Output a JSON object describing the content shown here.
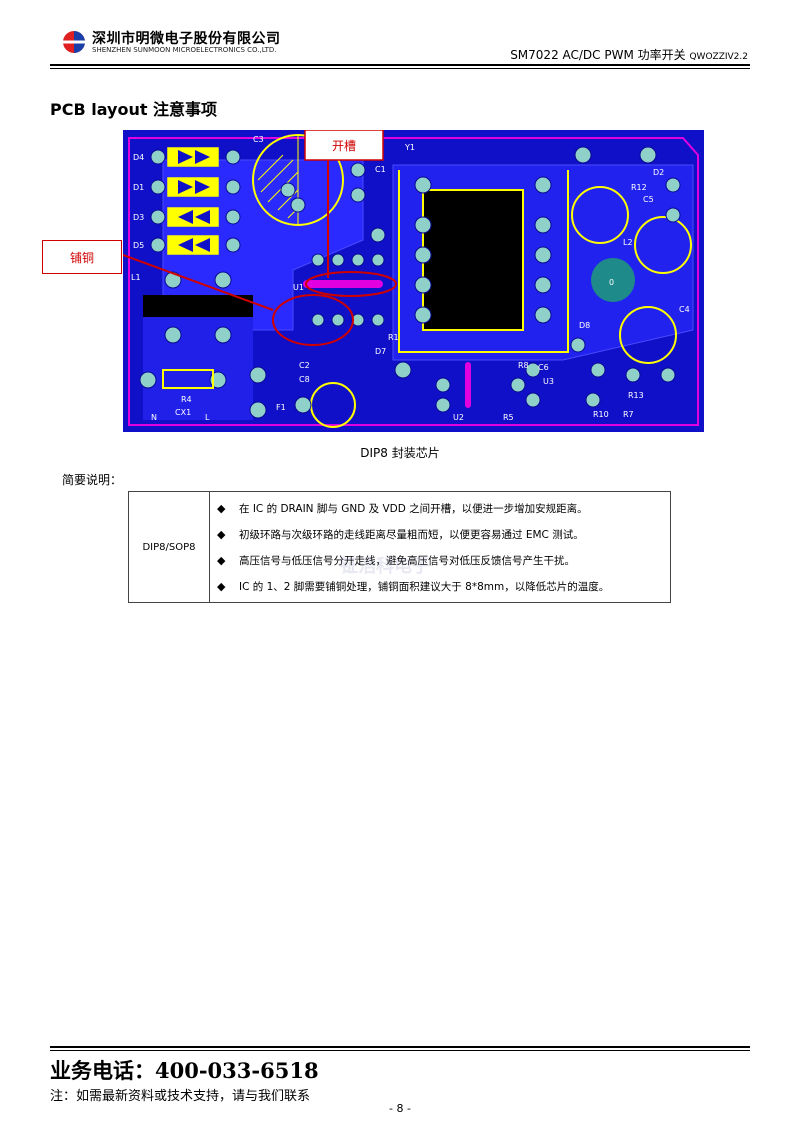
{
  "header": {
    "company_cn": "深圳市明微电子股份有限公司",
    "company_en": "SHENZHEN SUNMOON MICROELECTRONICS CO.,LTD.",
    "doc_title": "SM7022 AC/DC PWM 功率开关",
    "doc_version": "QWOZZIV2.2"
  },
  "section_title": "PCB layout 注意事项",
  "pcb": {
    "callout_slot": "开槽",
    "callout_copper": "铺铜",
    "labels": [
      "D4",
      "D1",
      "D3",
      "D5",
      "L1",
      "CX1",
      "R4",
      "N",
      "L",
      "F1",
      "C3",
      "C1",
      "Y1",
      "D2",
      "R12",
      "C5",
      "L2",
      "C4",
      "D8",
      "U3",
      "U2",
      "R13",
      "C2",
      "C8",
      "D7",
      "R1",
      "R5",
      "C6",
      "R8",
      "R10",
      "R7",
      "U1",
      "0"
    ],
    "caption": "DIP8 封装芯片"
  },
  "description_label": "简要说明：",
  "table": {
    "package": "DIP8/SOP8",
    "bullet_char": "◆",
    "items": [
      "在 IC 的 DRAIN 脚与 GND 及 VDD 之间开槽，以便进一步增加安规距离。",
      "初级环路与次级环路的走线距离尽量粗而短，以便更容易通过 EMC 测试。",
      "高压信号与低压信号分开走线，避免高压信号对低压反馈信号产生干扰。",
      "IC 的 1、2 脚需要铺铜处理，铺铜面积建议大于 8*8mm，以降低芯片的温度。"
    ]
  },
  "watermark": "钲浩科电子",
  "footer": {
    "phone": "业务电话：400-033-6518",
    "note": "注：如需最新资料或技术支持，请与我们联系",
    "page": "- 8 -"
  },
  "colors": {
    "pcb_bg": "#1010c8",
    "pcb_trace": "#2a2aff",
    "pad": "#8fd0c8",
    "silk": "#ffff00",
    "outline": "#e000e0",
    "callout": "#d00000"
  }
}
